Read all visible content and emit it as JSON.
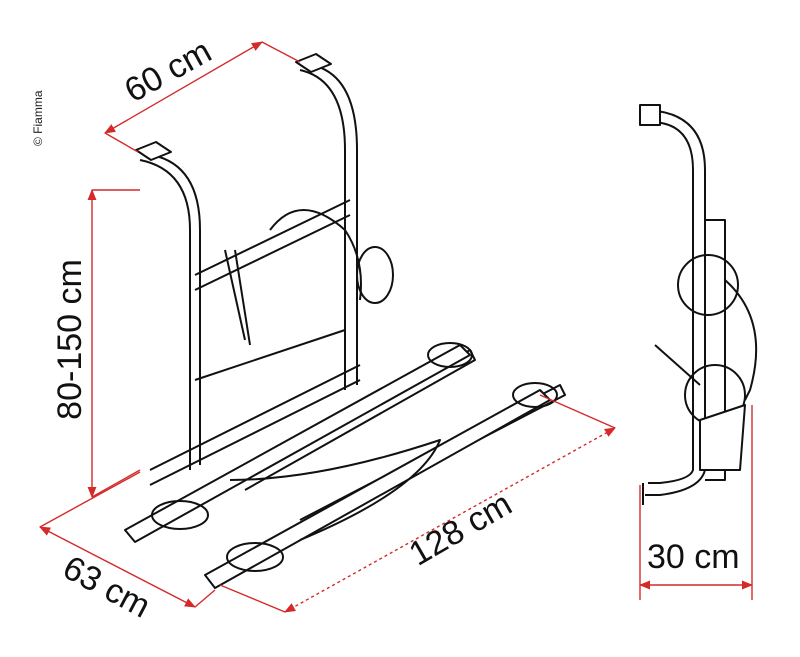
{
  "copyright": "© Fiamma",
  "dimensions": {
    "width_top": "60 cm",
    "height_range": "80-150 cm",
    "depth_base": "63 cm",
    "rail_length": "128 cm",
    "side_depth": "30 cm"
  },
  "colors": {
    "dimension_line": "#d42a2a",
    "drawing": "#111111"
  }
}
